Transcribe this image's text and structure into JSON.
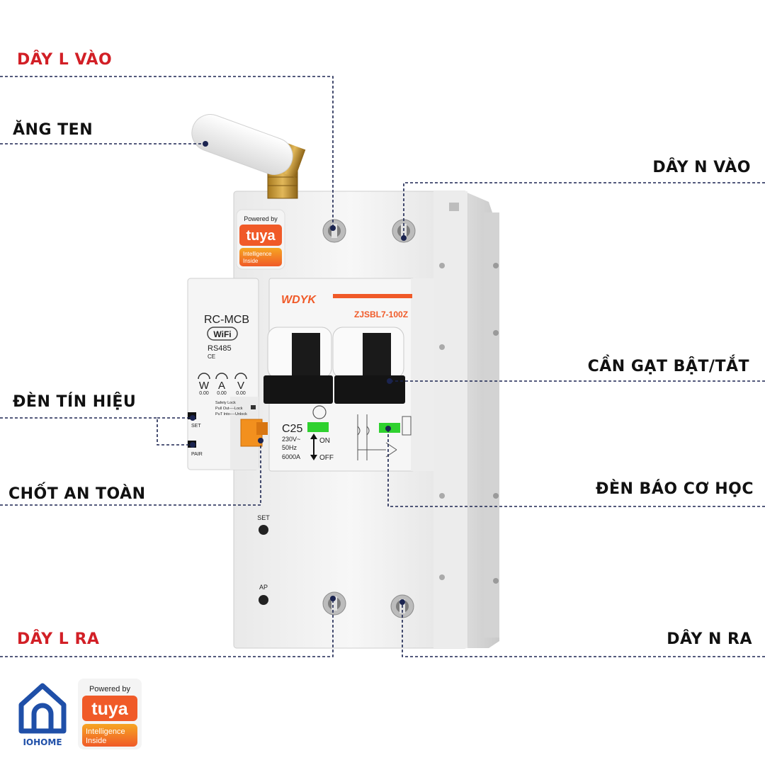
{
  "callouts": {
    "l_in": "DÂY L VÀO",
    "antenna": "ĂNG TEN",
    "n_in": "DÂY N VÀO",
    "lever": "CẦN GẠT BẬT/TẮT",
    "signal_light": "ĐÈN TÍN HIỆU",
    "safety_lock": "CHỐT AN TOÀN",
    "mech_indicator": "ĐÈN BÁO CƠ HỌC",
    "l_out": "DÂY L RA",
    "n_out": "DÂY N RA"
  },
  "device": {
    "tuya_badge": {
      "powered_by": "Powered by",
      "brand": "tuya",
      "tagline_1": "Intelligence",
      "tagline_2": "Inside"
    },
    "module": {
      "title": "RC-MCB",
      "wifi": "WiFi",
      "protocol": "RS485",
      "ce": "CE",
      "meters": [
        {
          "symbol": "W",
          "value": "0.00"
        },
        {
          "symbol": "A",
          "value": "0.00"
        },
        {
          "symbol": "V",
          "value": "0.00"
        }
      ],
      "safety_lock_title": "Safety Lock",
      "safety_lock_line1": "Pull Out----Lock",
      "safety_lock_line2": "PuT Into----Unlock",
      "set_label": "SET",
      "pair_label": "PAIR"
    },
    "breaker": {
      "logo": "WDYK",
      "model": "ZJSBL7-100Z",
      "rating": "C25",
      "spec1": "230V~",
      "spec2": "50Hz",
      "spec3": "6000A",
      "on_label": "ON",
      "off_label": "OFF"
    },
    "lower_set_label": "SET",
    "lower_ap_label": "AP"
  },
  "brands": {
    "iohome": "IOHOME",
    "tuya_powered_by": "Powered by",
    "tuya_brand": "tuya",
    "tuya_tagline_1": "Intelligence",
    "tuya_tagline_2": "Inside"
  },
  "colors": {
    "callout_red": "#d21f26",
    "line_navy": "#1b2450",
    "tuya_orange": "#f05a28",
    "indicator_green": "#2fd12f",
    "iohome_blue": "#1f4fa8"
  }
}
